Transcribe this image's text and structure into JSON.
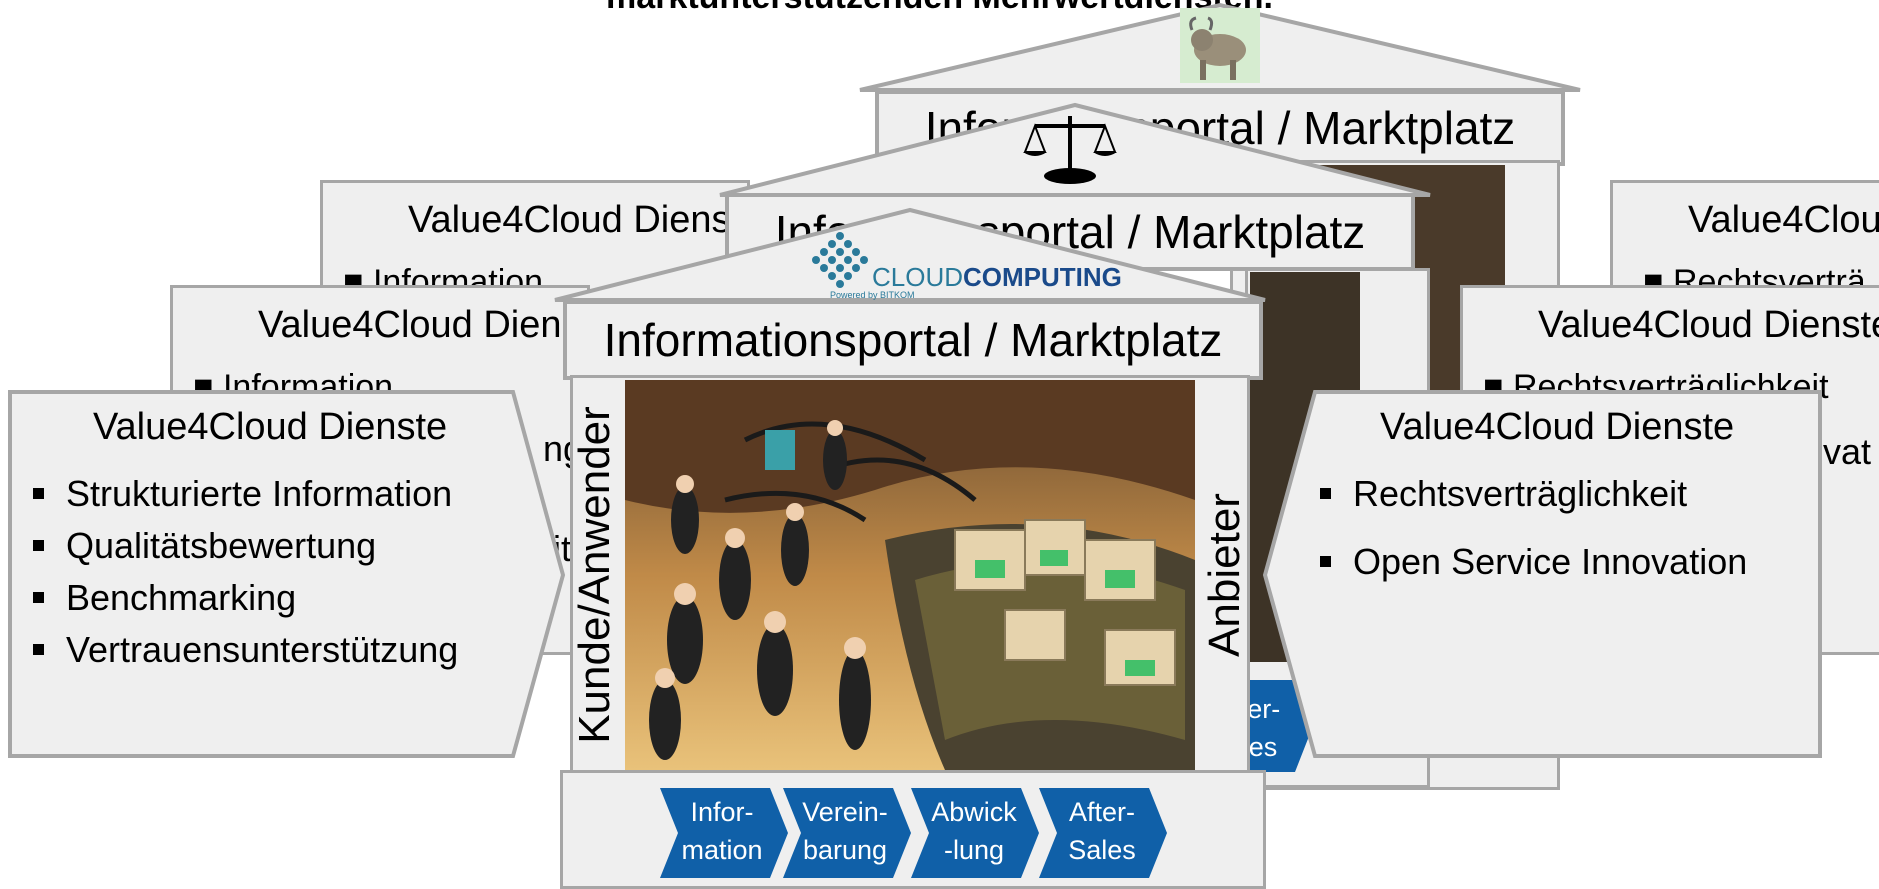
{
  "header": {
    "title_fragment": "marktunterstützenden Mehrwertdiensten."
  },
  "portal_title": "Informationsportal / Marktplatz",
  "portal_title_partial_back_left": "Infor",
  "portal_title_partial_back_right": "sportal / Marktplatz",
  "portal_title_partial_mid_left": "Infor",
  "portal_title_partial_mid_right": "sportal / Marktplatz",
  "logo": {
    "brand_cloud": "CLOUD",
    "brand_computing": "COMPUTING",
    "powered_by": "Powered by BITKOM"
  },
  "pillars": {
    "left": "Kunde/Anwender",
    "right": "Anbieter"
  },
  "process_steps": [
    {
      "line1": "Infor-",
      "line2": "mation"
    },
    {
      "line1": "Verein-",
      "line2": "barung"
    },
    {
      "line1": "Abwick",
      "line2": "-lung"
    },
    {
      "line1": "After-",
      "line2": "Sales"
    }
  ],
  "partial_step": {
    "line1": "ter-",
    "line2": "les"
  },
  "left_services": {
    "title": "Value4Cloud Dienste",
    "items": [
      "Strukturierte Information",
      "Qualitätsbewertung",
      "Benchmarking",
      "Vertrauensunterstützung"
    ]
  },
  "right_services": {
    "title": "Value4Cloud Dienste",
    "items": [
      "Rechtsverträglichkeit",
      "Open Service Innovation"
    ]
  },
  "back_left_titles": {
    "back": "Value4Cloud Diens",
    "mid": "Value4Cloud Dien"
  },
  "back_left_items": {
    "back_item": "Information",
    "mid_item": "Information",
    "frag_ng": "ng",
    "frag_it": "it"
  },
  "back_right_titles": {
    "back": "Value4Clou",
    "mid": "Value4Cloud Dienste"
  },
  "back_right_items": {
    "back_item": "Rechtsverträ",
    "mid_item": "Rechtsverträglichkeit",
    "frag_vat": "vat"
  },
  "colors": {
    "chevron_blue": "#1060a8",
    "panel_gray": "#efefef",
    "border_gray": "#a6a6a6",
    "logo_teal": "#2a7a9a"
  }
}
